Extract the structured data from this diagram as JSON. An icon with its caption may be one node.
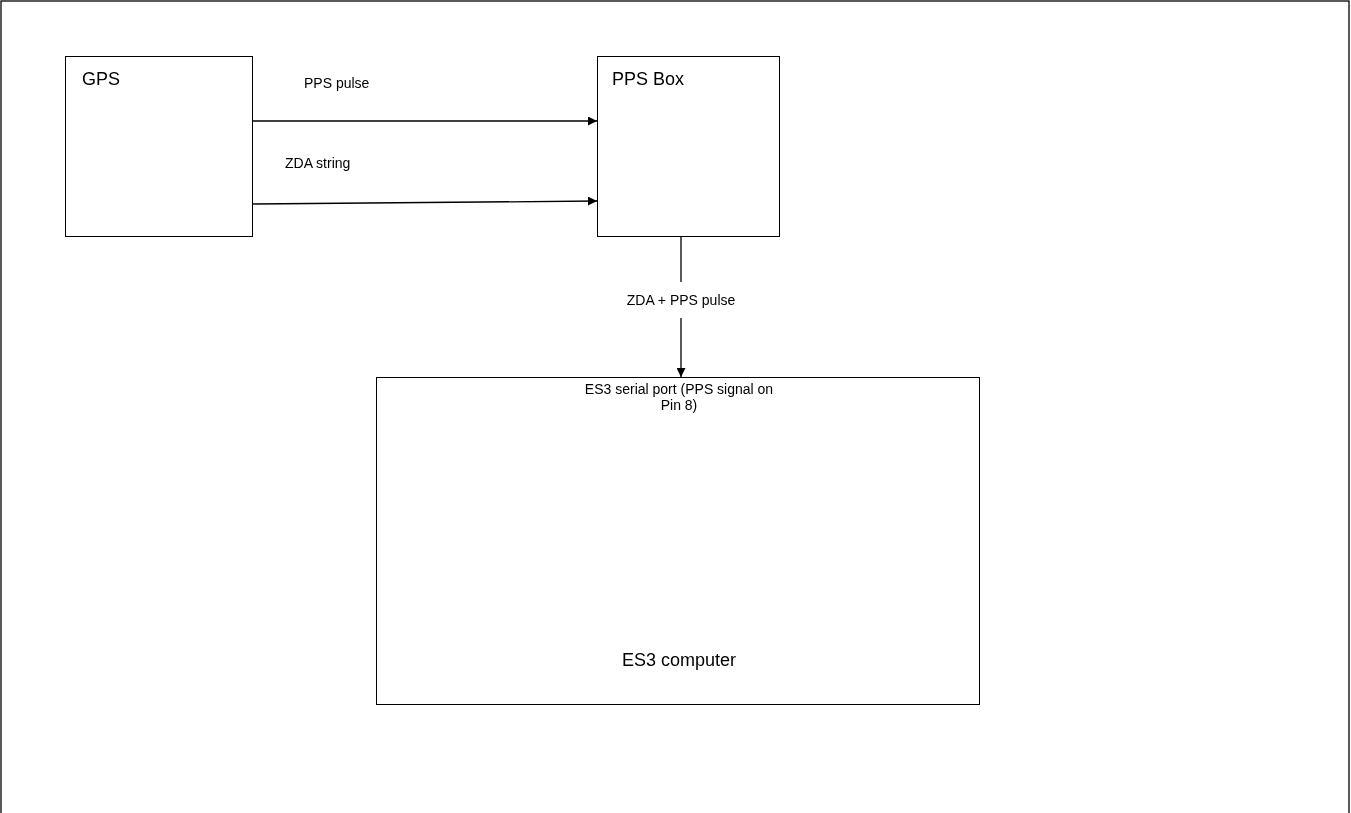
{
  "diagram": {
    "nodes": [
      {
        "text": [
          "GPS"
        ]
      },
      {
        "text": [
          "PPS Box"
        ]
      },
      {
        "text": [
          "ES3 serial port (PPS signal on Pin 8)",
          "ES3 computer"
        ]
      }
    ],
    "edges": [
      {
        "from": 0,
        "to": 1,
        "arrow": "to",
        "label": "PPS pulse"
      },
      {
        "from": 0,
        "to": 1,
        "arrow": "to",
        "label": "ZDA string"
      },
      {
        "from": 1,
        "to": 2,
        "arrow": "to",
        "label": "ZDA + PPS pulse"
      }
    ]
  }
}
